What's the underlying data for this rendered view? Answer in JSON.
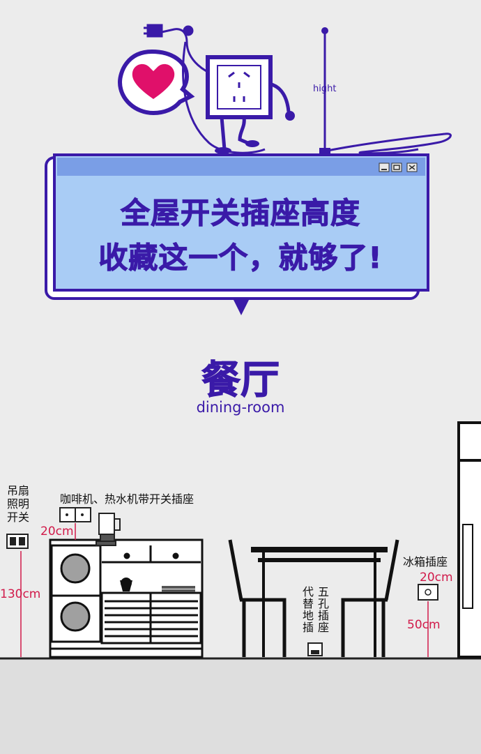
{
  "banner": {
    "height_label": "hight",
    "title_line1": "全屋开关插座高度",
    "title_line2": "收藏这一个，就够了!"
  },
  "room": {
    "title": "餐厅",
    "subtitle": "dining-room"
  },
  "labels": {
    "ceiling_fan_switch": [
      "吊扇",
      "照明",
      "开关"
    ],
    "coffee_socket": "咖啡机、热水机带开关插座",
    "coffee_socket_height": "20cm",
    "switch_height": "130cm",
    "floor_socket_line1": "五孔插座",
    "floor_socket_line2": "代替地插",
    "fridge_socket": "冰箱插座",
    "fridge_socket_offset": "20cm",
    "fridge_socket_height": "50cm"
  },
  "colors": {
    "accent": "#3a1aa8",
    "dimension": "#d11a4a",
    "heart": "#e0106a",
    "window_fill": "#a9ccf5",
    "background": "#ececec"
  }
}
